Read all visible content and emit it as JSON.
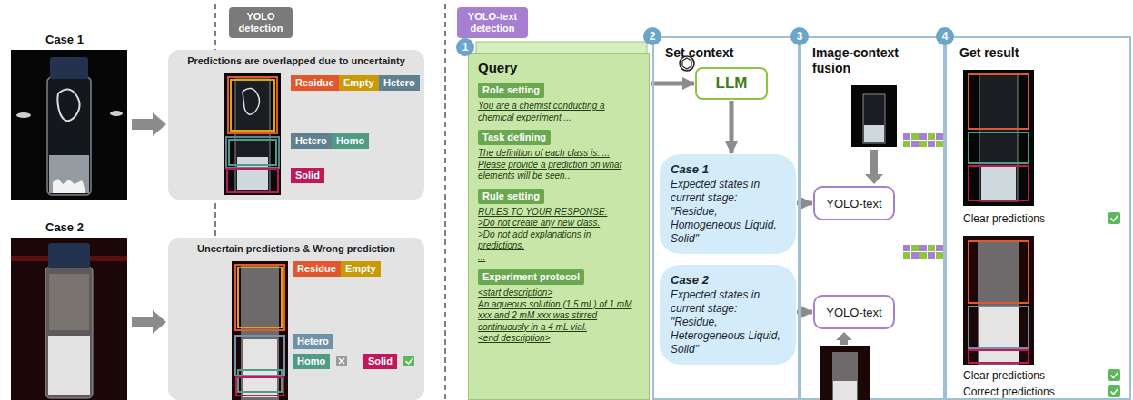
{
  "diagram": {
    "nodes": [
      {
        "text": [
          "YOLO detection"
        ]
      },
      {
        "text": [
          "Predictions are overlapped due to uncertainty"
        ]
      },
      {
        "text": [
          "Residue"
        ],
        "in": 1
      },
      {
        "text": [
          "Empty"
        ],
        "in": 1
      },
      {
        "text": [
          "Hetero"
        ],
        "in": 1
      },
      {
        "text": [
          "Hetero"
        ],
        "in": 1
      },
      {
        "text": [
          "Homo"
        ],
        "in": 1
      },
      {
        "text": [
          "Solid"
        ],
        "in": 1
      },
      {
        "text": [
          "Uncertain predictions & Wrong prediction"
        ]
      },
      {
        "text": [
          "Residue"
        ],
        "in": 8
      },
      {
        "text": [
          "Empty"
        ],
        "in": 8
      },
      {
        "text": [
          "Hetero"
        ],
        "in": 8
      },
      {
        "text": [
          "Homo"
        ],
        "in": 8
      },
      {
        "text": [
          "Solid"
        ],
        "in": 8
      },
      {
        "text": [
          "YOLO-text detection"
        ]
      },
      {
        "text": [
          "1"
        ]
      },
      {
        "text": [
          "Query",
          "You are a chemist conducting a chemical experiment ...",
          "The definition of each class is: ...",
          "Please provide a prediction on what elements will be seen...",
          "RULES TO YOUR RESPONSE:",
          ">Do not create any new class.",
          ">Do not add explanations in predictions.",
          "...",
          "<start description>",
          "An aqueous solution (1.5 mL) of 1 mM xxx and 2 mM xxx was stirred continuously in a 4 mL vial.",
          "<end description>"
        ]
      },
      {
        "text": [
          "Role setting"
        ],
        "in": 16
      },
      {
        "text": [
          "Task defining"
        ],
        "in": 16
      },
      {
        "text": [
          "Rule setting"
        ],
        "in": 16
      },
      {
        "text": [
          "Experiment protocol"
        ],
        "in": 16
      },
      {
        "text": [
          "2"
        ]
      },
      {
        "text": [
          "Set context"
        ]
      },
      {
        "text": [
          "LLM"
        ],
        "in": 22
      },
      {
        "text": [
          "Case 1",
          "Expected states in current stage: \"Residue, Homogeneous Liquid, Solid\""
        ],
        "in": 22
      },
      {
        "text": [
          "Case 2",
          "Expected states in current stage: \"Residue, Heterogeneous Liquid, Solid\""
        ],
        "in": 22
      },
      {
        "text": [
          "3"
        ]
      },
      {
        "text": [
          "Image-context fusion"
        ]
      },
      {
        "text": [
          "YOLO-text"
        ],
        "in": 27
      },
      {
        "text": [
          "YOLO-text"
        ],
        "in": 27
      },
      {
        "text": [
          "4"
        ]
      },
      {
        "text": [
          "Get result",
          "Clear predictions",
          "Clear predictions",
          "Correct predictions"
        ]
      }
    ],
    "edges": [
      {
        "from": 16,
        "to": 23,
        "arrow": "to"
      },
      {
        "from": 23,
        "to": 24,
        "arrow": "to"
      },
      {
        "from": 24,
        "to": 28,
        "arrow": "to"
      },
      {
        "from": 25,
        "to": 29,
        "arrow": "to"
      }
    ],
    "labels": [
      "Case 1",
      "Case 2"
    ]
  }
}
